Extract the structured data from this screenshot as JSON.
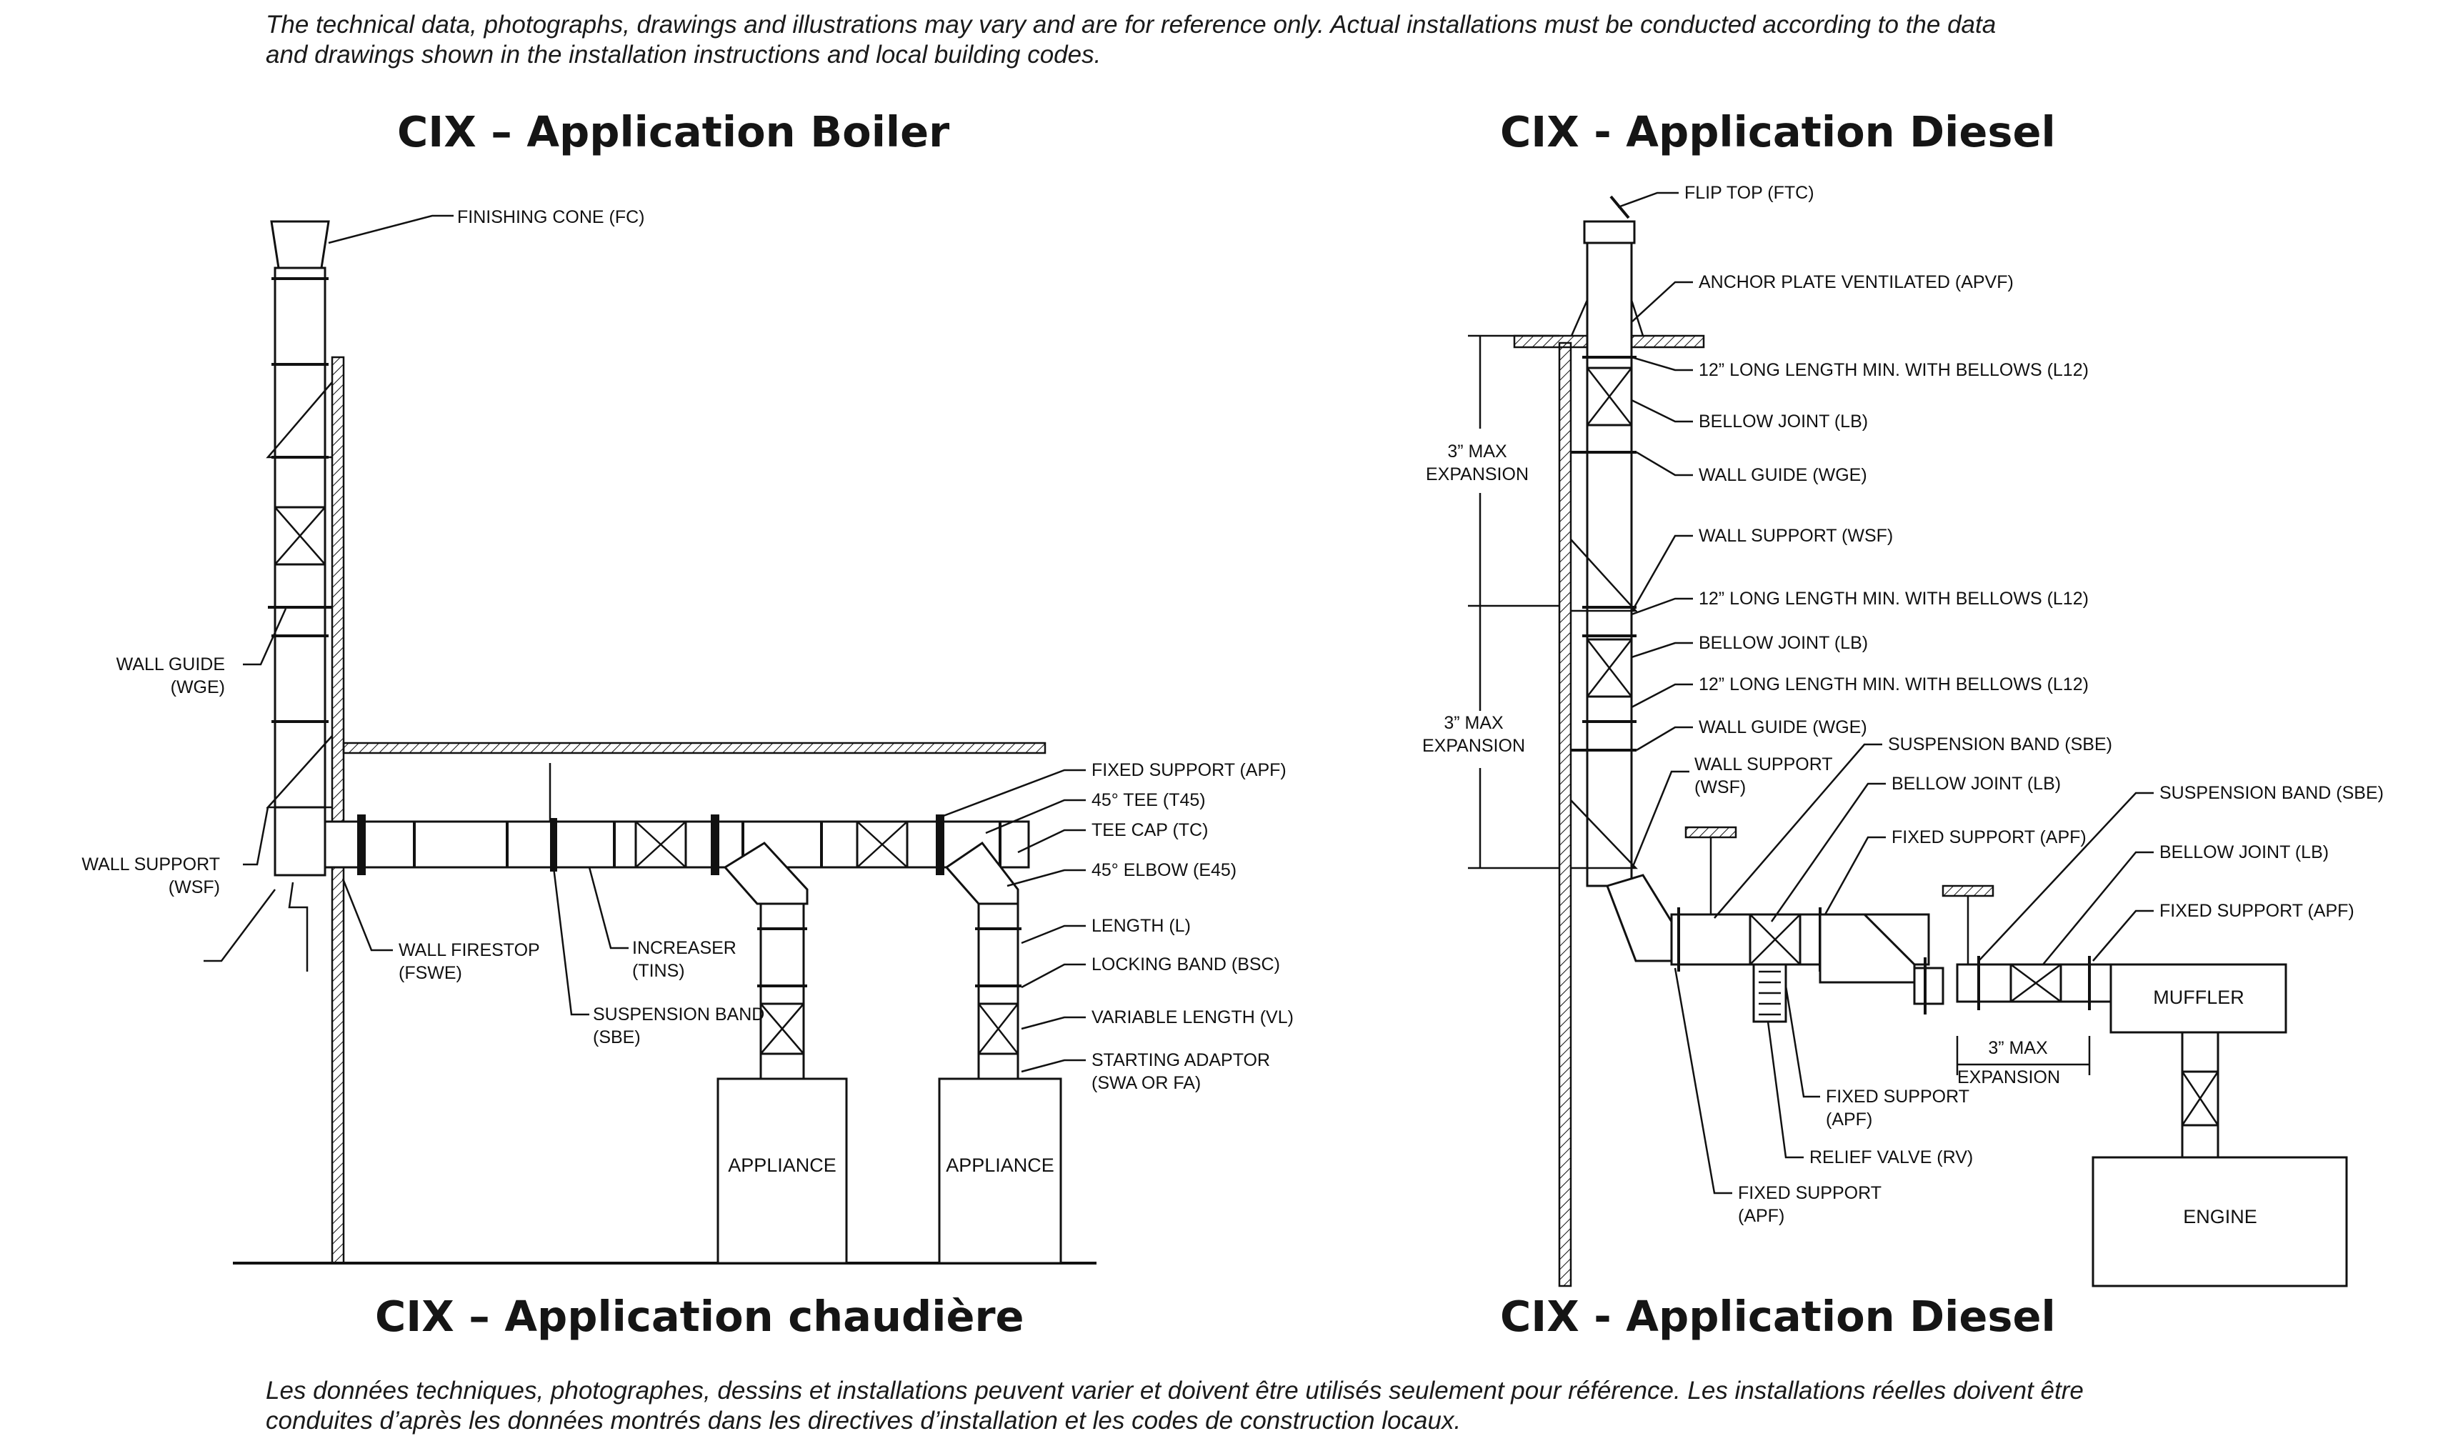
{
  "disclaimer_en": [
    "The technical data, photographs, drawings and illustrations may vary and are for reference only.  Actual installations must be conducted according to the data",
    "and drawings shown in the installation instructions and local building codes."
  ],
  "disclaimer_fr": [
    "Les données techniques, photographes, dessins et installations peuvent varier et doivent être utilisés seulement pour référence.  Les installations réelles doivent être",
    "conduites d’après les données montrés dans les directives d’installation et les codes de construction locaux."
  ],
  "titles": {
    "boiler_en": "CIX  – Application Boiler",
    "diesel_en": "CIX - Application Diesel",
    "boiler_fr": "CIX – Application chaudière",
    "diesel_fr": "CIX - Application Diesel"
  },
  "boiler": {
    "finishing_cone": "FINISHING CONE (FC)",
    "wall_guide": [
      "WALL GUIDE",
      "(WGE)"
    ],
    "wall_support": [
      "WALL SUPPORT",
      "(WSF)"
    ],
    "wall_firestop": [
      "WALL FIRESTOP",
      "(FSWE)"
    ],
    "increaser": [
      "INCREASER",
      "(TINS)"
    ],
    "suspension_band": [
      "SUSPENSION BAND",
      "(SBE)"
    ],
    "fixed_support": "FIXED SUPPORT (APF)",
    "tee_45": "45° TEE (T45)",
    "tee_cap": "TEE CAP (TC)",
    "elbow_45": "45° ELBOW (E45)",
    "length": "LENGTH (L)",
    "locking_band": "LOCKING BAND (BSC)",
    "variable_length": "VARIABLE LENGTH (VL)",
    "starting_adaptor": [
      "STARTING ADAPTOR",
      "(SWA OR FA)"
    ],
    "appliance_1": "APPLIANCE",
    "appliance_2": "APPLIANCE"
  },
  "diesel": {
    "flip_top": "FLIP TOP (FTC)",
    "anchor_plate": "ANCHOR PLATE VENTILATED (APVF)",
    "long_length_1": "12” LONG LENGTH MIN. WITH BELLOWS (L12)",
    "bellow_joint_1": "BELLOW JOINT (LB)",
    "wall_guide_1": "WALL GUIDE (WGE)",
    "wall_support_1": "WALL SUPPORT (WSF)",
    "long_length_2": "12” LONG LENGTH MIN. WITH BELLOWS (L12)",
    "bellow_joint_2": "BELLOW JOINT (LB)",
    "long_length_3": "12” LONG LENGTH MIN. WITH BELLOWS (L12)",
    "wall_guide_2": "WALL GUIDE (WGE)",
    "wall_support_2": [
      "WALL SUPPORT",
      "(WSF)"
    ],
    "suspension_band_1": "SUSPENSION BAND (SBE)",
    "bellow_joint_3": "BELLOW JOINT (LB)",
    "fixed_support_1": "FIXED SUPPORT (APF)",
    "suspension_band_2": "SUSPENSION BAND (SBE)",
    "bellow_joint_4": "BELLOW JOINT (LB)",
    "fixed_support_2": "FIXED SUPPORT (APF)",
    "max_expansion_1": [
      "3” MAX",
      "EXPANSION"
    ],
    "max_expansion_2": [
      "3” MAX",
      "EXPANSION"
    ],
    "max_expansion_3": [
      "3” MAX",
      "EXPANSION"
    ],
    "fixed_support_3": [
      "FIXED SUPPORT",
      "(APF)"
    ],
    "relief_valve": "RELIEF VALVE (RV)",
    "fixed_support_4": [
      "FIXED SUPPORT",
      "(APF)"
    ],
    "muffler": "MUFFLER",
    "engine": "ENGINE"
  }
}
